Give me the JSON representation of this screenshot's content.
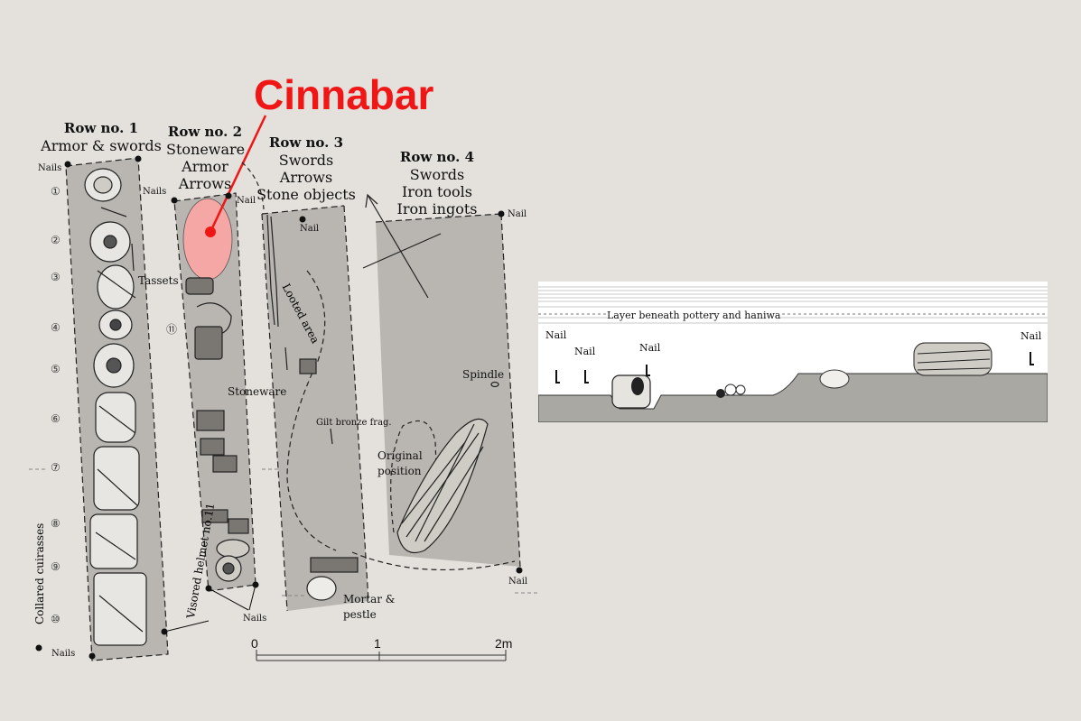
{
  "labels": {
    "cinnabar": "Cinnabar",
    "row1": {
      "title": "Row no. 1",
      "line1": "Armor & swords"
    },
    "row2": {
      "title": "Row no. 2",
      "line1": "Stoneware",
      "line2": "Armor",
      "line3": "Arrows"
    },
    "row3": {
      "title": "Row no. 3",
      "line1": "Swords",
      "line2": "Arrows",
      "line3": "Stone objects"
    },
    "row4": {
      "title": "Row no. 4",
      "line1": "Swords",
      "line2": "Iron tools",
      "line3": "Iron ingots"
    },
    "nails": "Nails",
    "nail": "Nail",
    "tassets": "Tassets",
    "stoneware": "Stoneware",
    "looted_area": "Looted area",
    "gilt_bronze": "Gilt bronze frag.",
    "spindle": "Spindle",
    "original_position": [
      "Original",
      "position"
    ],
    "mortar_pestle": [
      "Mortar &",
      "pestle"
    ],
    "visored_helmet": "Visored helmet no.11",
    "collared_cuirasses": "Collared cuirasses",
    "item_11": "⑪",
    "circled_numbers": [
      "①",
      "②",
      "③",
      "④",
      "⑤",
      "⑥",
      "⑦",
      "⑧",
      "⑨",
      "⑩"
    ]
  },
  "scale": {
    "ticks": [
      "0",
      "1",
      "2m"
    ]
  },
  "section": {
    "layer_label": "Layer beneath pottery and haniwa",
    "nails": [
      "Nail",
      "Nail",
      "Nail",
      "Nail"
    ]
  },
  "colors": {
    "background": "#e4e1dc",
    "row_fill": "#b9b6b1",
    "cinnabar_red": "#f01616",
    "cinnabar_fill": "#f4a7a4"
  }
}
